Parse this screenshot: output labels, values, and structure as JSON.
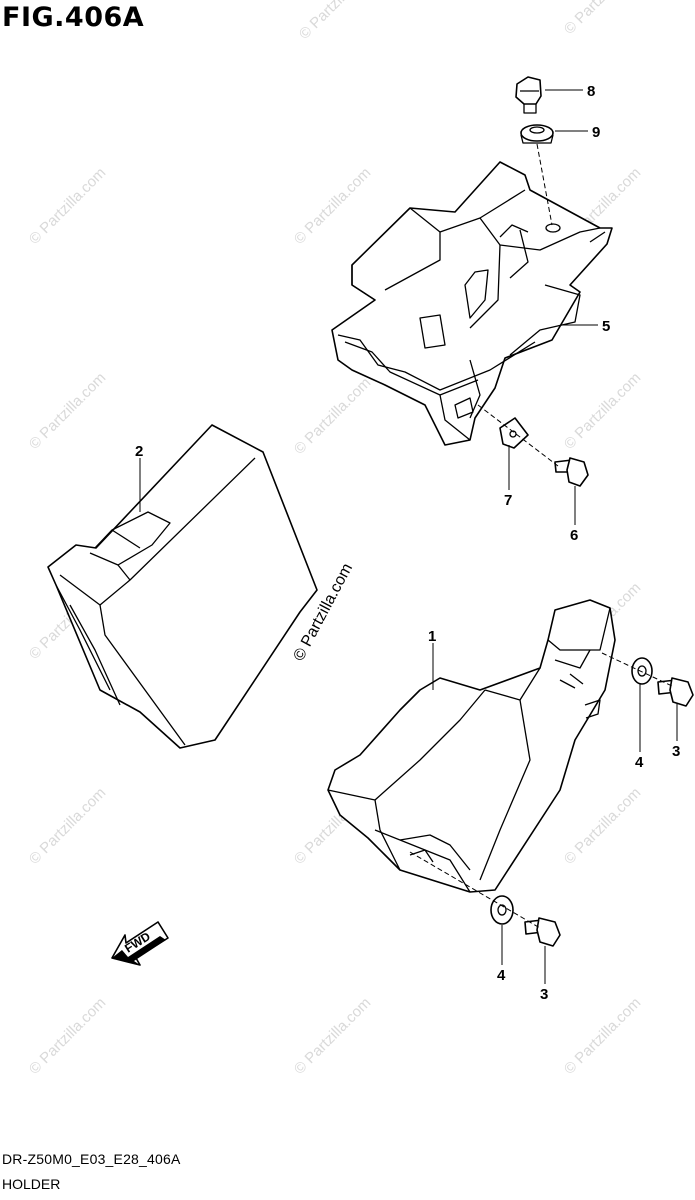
{
  "figure": {
    "title": "FIG.406A",
    "code": "DR-Z50M0_E03_E28_406A",
    "name": "HOLDER"
  },
  "watermark": {
    "text": "© Partzilla.com",
    "center_text": "© Partzilla.com"
  },
  "callouts": {
    "c1": "1",
    "c2": "2",
    "c3a": "3",
    "c3b": "3",
    "c4a": "4",
    "c4b": "4",
    "c5": "5",
    "c6": "6",
    "c7": "7",
    "c8": "8",
    "c9": "9"
  },
  "arrow": {
    "label": "FWD"
  }
}
